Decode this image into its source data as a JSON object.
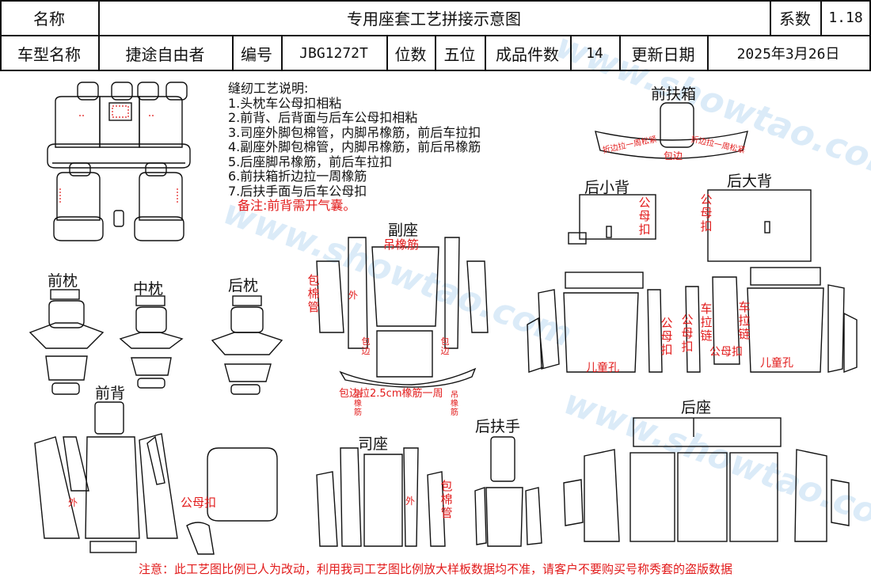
{
  "header": {
    "name_label": "名称",
    "title": "专用座套工艺拼接示意图",
    "coef_label": "系数",
    "coef_value": "1.18",
    "model_label": "车型名称",
    "model_value": "捷途自由者",
    "code_label": "编号",
    "code_value": "JBG1272T",
    "seat_label": "位数",
    "seat_value": "五位",
    "pieces_label": "成品件数",
    "pieces_value": "14",
    "update_label": "更新日期",
    "update_value": "2025年3月26日"
  },
  "notes": {
    "title": "缝纫工艺说明:",
    "items": [
      "1.头枕车公母扣相粘",
      "2.前背、后背面与后车公母扣相粘",
      "3.司座外脚包棉管，内脚吊橡筋，前后车拉扣",
      "4.副座外脚包棉管，内脚吊橡筋，前后吊橡筋",
      "5.后座脚吊橡筋，前后车拉扣",
      "6.前扶箱折边拉一周橡筋",
      "7.后扶手面与后车公母扣"
    ],
    "remark": "备注:前背需开气囊。"
  },
  "sections": {
    "front_box": "前扶箱",
    "rear_small_back": "后小背",
    "rear_big_back": "后大背",
    "passenger_seat": "副座",
    "front_pillow": "前枕",
    "mid_pillow": "中枕",
    "rear_pillow": "后枕",
    "front_back": "前背",
    "driver_seat": "司座",
    "rear_armrest": "后扶手",
    "rear_seat": "后座"
  },
  "annotations": {
    "fold_left": "折边拉一周松紧",
    "fold_mid": "包边",
    "fold_right": "折边拉一周松紧",
    "snap": "公母扣",
    "hang_elastic": "吊橡筋",
    "wrap_tube": "包棉管",
    "outer": "外",
    "wrap_edge": "包边",
    "child_hole": "儿童孔",
    "car_zip": "车拉链",
    "edge_note": "包边拉2.5cm橡筋一周",
    "elastic": "吊橡筋"
  },
  "footer": "注意：此工艺图比例已人为改动，利用我司工艺图比例放大样板数据均不准，请客户不要购买号称秀套的盗版数据",
  "watermark": "www.showtao.com",
  "colors": {
    "ink": "#111111",
    "annotation": "#e21b1b",
    "watermark": "#7fb9e8"
  }
}
